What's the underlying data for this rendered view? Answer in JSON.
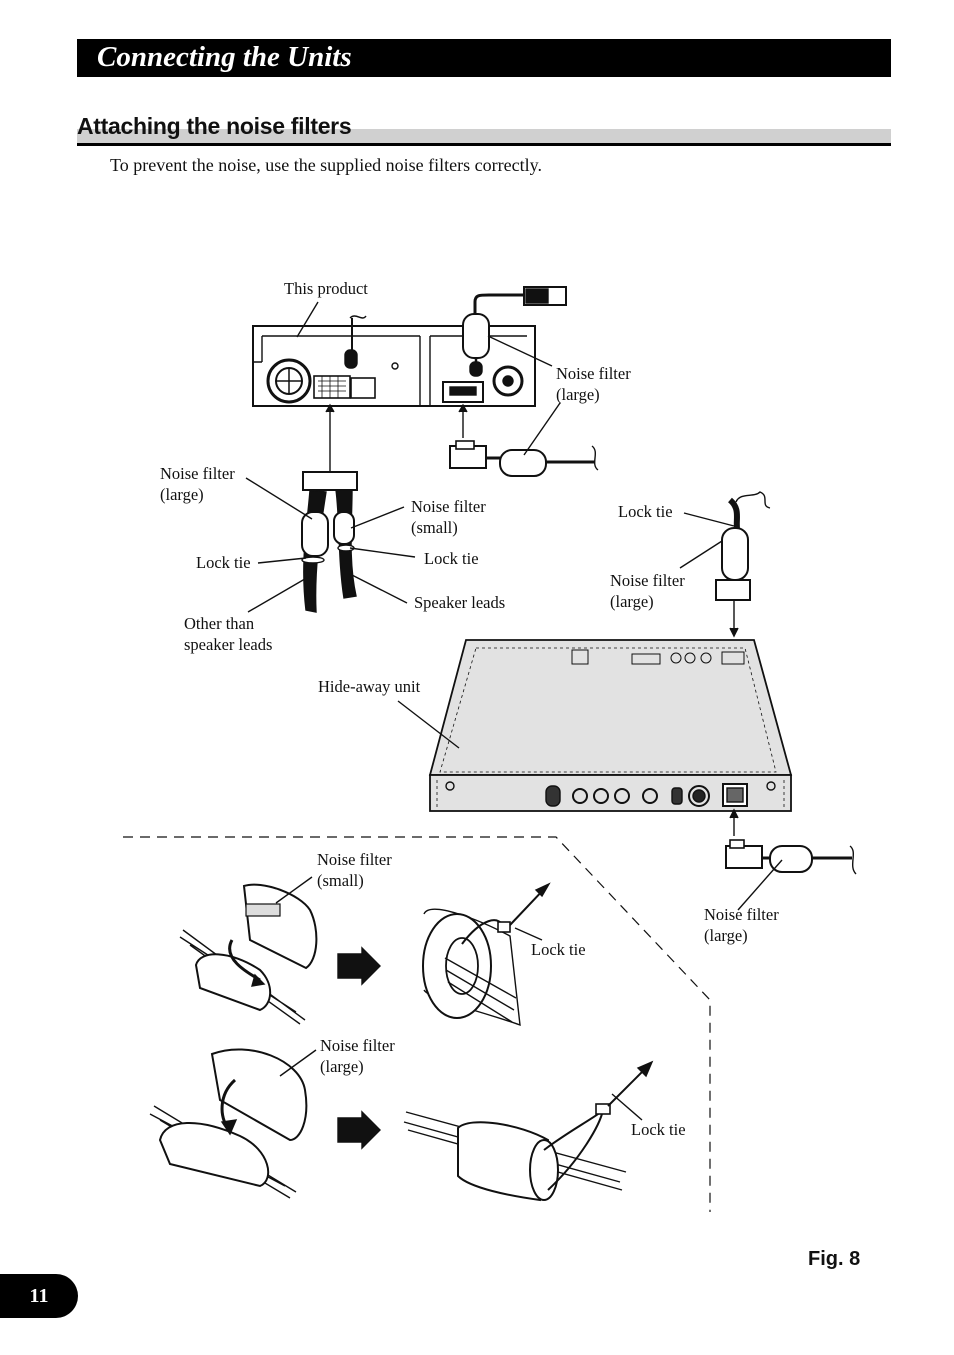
{
  "header": {
    "title": "Connecting the Units"
  },
  "section": {
    "title": "Attaching the noise filters"
  },
  "intro": "To prevent the noise, use the supplied noise filters correctly.",
  "labels": {
    "this_product": "This product",
    "nf_large_top_1": "Noise filter",
    "nf_large_top_2": "(large)",
    "nf_large_left_1": "Noise filter",
    "nf_large_left_2": "(large)",
    "nf_small_1": "Noise filter",
    "nf_small_2": "(small)",
    "lock_tie_a": "Lock tie",
    "lock_tie_b": "Lock tie",
    "lock_tie_c": "Lock tie",
    "other_leads_1": "Other than",
    "other_leads_2": "speaker leads",
    "speaker_leads": "Speaker leads",
    "nf_large_right_1": "Noise filter",
    "nf_large_right_2": "(large)",
    "hide_away": "Hide-away unit",
    "nf_large_bottom_1": "Noise filter",
    "nf_large_bottom_2": "(large)",
    "det_small_1": "Noise filter",
    "det_small_2": "(small)",
    "det_lock_tie_1": "Lock tie",
    "det_large_1": "Noise filter",
    "det_large_2": "(large)",
    "det_lock_tie_2": "Lock tie"
  },
  "figure_label": "Fig. 8",
  "page_number": "11"
}
